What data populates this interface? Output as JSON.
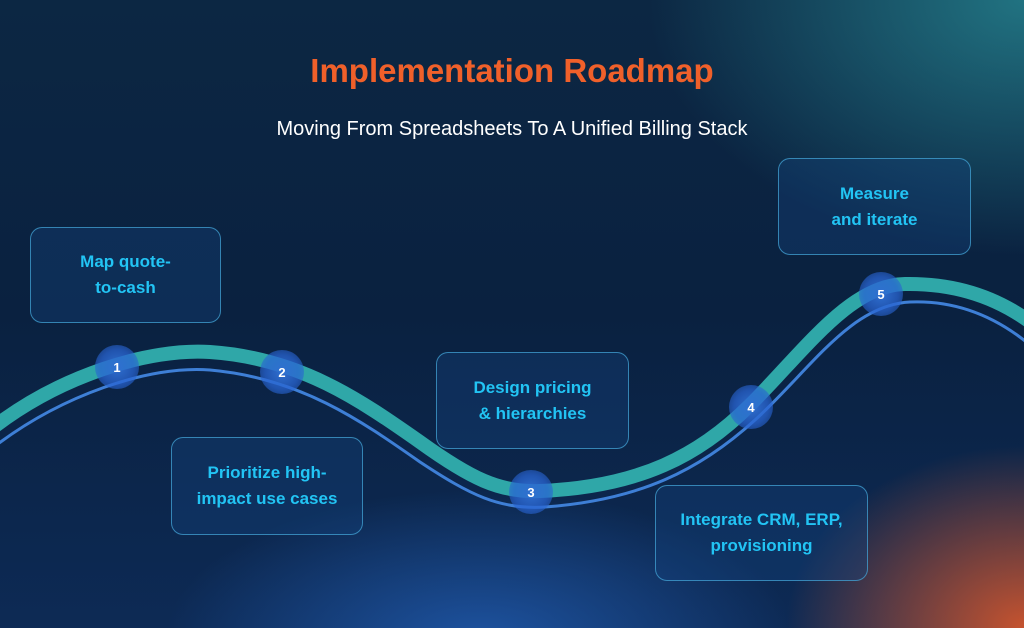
{
  "title": "Implementation Roadmap",
  "subtitle": "Moving From Spreadsheets To A Unified Billing Stack",
  "colors": {
    "title": "#f0602a",
    "step_text": "#22c4f4",
    "path": "#2fa7a8",
    "line": "#3e7fd6"
  },
  "steps": [
    {
      "number": "1",
      "label_line1": "Map quote-",
      "label_line2": "to-cash"
    },
    {
      "number": "2",
      "label_line1": "Prioritize high-",
      "label_line2": "impact use cases"
    },
    {
      "number": "3",
      "label_line1": "Design pricing",
      "label_line2": "& hierarchies"
    },
    {
      "number": "4",
      "label_line1": "Integrate CRM, ERP,",
      "label_line2": "provisioning"
    },
    {
      "number": "5",
      "label_line1": "Measure",
      "label_line2": "and iterate"
    }
  ]
}
